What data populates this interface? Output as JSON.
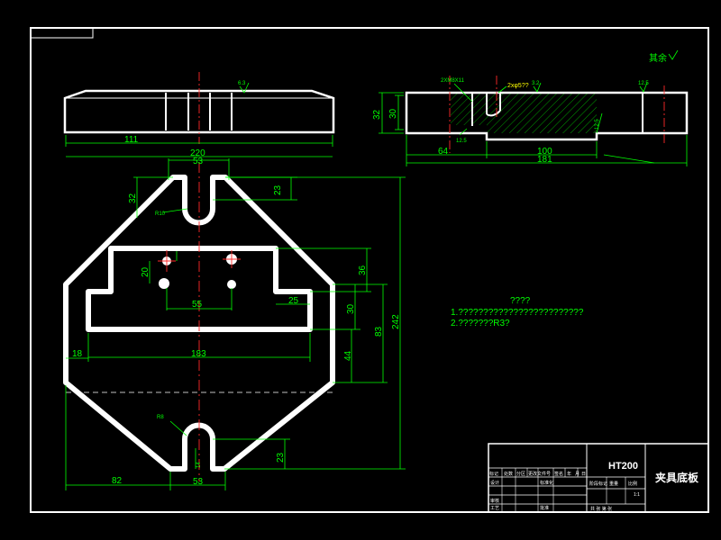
{
  "sheet": {
    "roughness_note": "其余",
    "tech_title": "????",
    "tech_notes": [
      "1.?????????????????????????",
      "2.???????R3?"
    ]
  },
  "front_view": {
    "overall_length": "111",
    "roughness": "6.3"
  },
  "side_view": {
    "thread_callout": "2XM8X11",
    "hole_callout": "2xφ5??",
    "roughness_1": "3.2",
    "roughness_2": "12.5",
    "roughness_3": "12.5",
    "thickness_outer": "32",
    "thickness_inner": "30",
    "slot_width": "100",
    "length": "181",
    "offset": "64",
    "hole_dia": "12.5"
  },
  "plan_view": {
    "width": "220",
    "slot_centers_top": "53",
    "slot_centers_bottom": "53",
    "height": "242",
    "dim_32": "32",
    "dim_23_top": "23",
    "dim_23_bottom": "23",
    "dim_20": "20",
    "dim_55": "55",
    "dim_36": "36",
    "dim_25": "25",
    "dim_30": "30",
    "dim_83": "83",
    "dim_44": "44",
    "dim_18": "18",
    "dim_183": "183",
    "dim_82": "82",
    "radius_top": "R10",
    "radius_bottom": "R8",
    "dim_14": "14"
  },
  "title_block": {
    "material": "HT200",
    "part_name": "夹具底板",
    "row1": [
      "标记",
      "处数",
      "分区",
      "更改文件号",
      "签名",
      "年",
      "月",
      "日"
    ],
    "designer_label": "设计",
    "standard_label": "标准化",
    "checker_label": "审核",
    "process_label": "工艺",
    "approve_label": "批准",
    "stage_header": "阶段标记",
    "weight_header": "重量",
    "scale_header": "比例",
    "scale_value": "1:1",
    "sheet_info": "共 张 第 张"
  }
}
